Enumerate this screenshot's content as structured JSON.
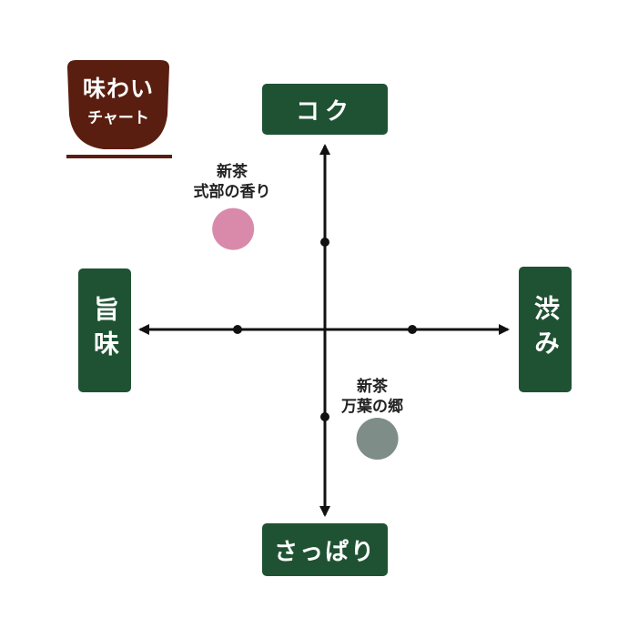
{
  "logo": {
    "title": "味わい",
    "subtitle": "チャート",
    "bowl_color": "#5a1e10"
  },
  "axes": {
    "top": "コク",
    "bottom": "さっぱり",
    "left": "旨味",
    "right": "渋み",
    "label_color": "#1f5233",
    "range": [
      -2,
      2
    ],
    "tick_marks": [
      -1,
      1
    ]
  },
  "teas": [
    {
      "line1": "新茶",
      "line2": "式部の香り",
      "umami_shibumi": -1.05,
      "koku_sappari": 1.15,
      "color": "#d98aab"
    },
    {
      "line1": "新茶",
      "line2": "万葉の郷",
      "umami_shibumi": 0.6,
      "koku_sappari": -1.25,
      "color": "#7e8d87"
    }
  ]
}
